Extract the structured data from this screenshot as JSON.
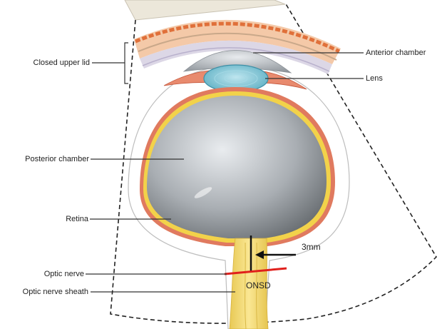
{
  "labels": {
    "closed_upper_lid": "Closed upper lid",
    "posterior_chamber": "Posterior chamber",
    "retina": "Retina",
    "optic_nerve": "Optic nerve",
    "optic_nerve_sheath": "Optic nerve sheath",
    "anterior_chamber": "Anterior chamber",
    "lens": "Lens",
    "measurement": "3mm",
    "onsd": "ONSD"
  },
  "colors": {
    "retina": "#f2d24a",
    "choroid": "#e07a5f",
    "lens": "#7fc4d6",
    "nerve": "#f5d970",
    "onsd_line": "#e0201c",
    "probe_outline": "#222222"
  }
}
